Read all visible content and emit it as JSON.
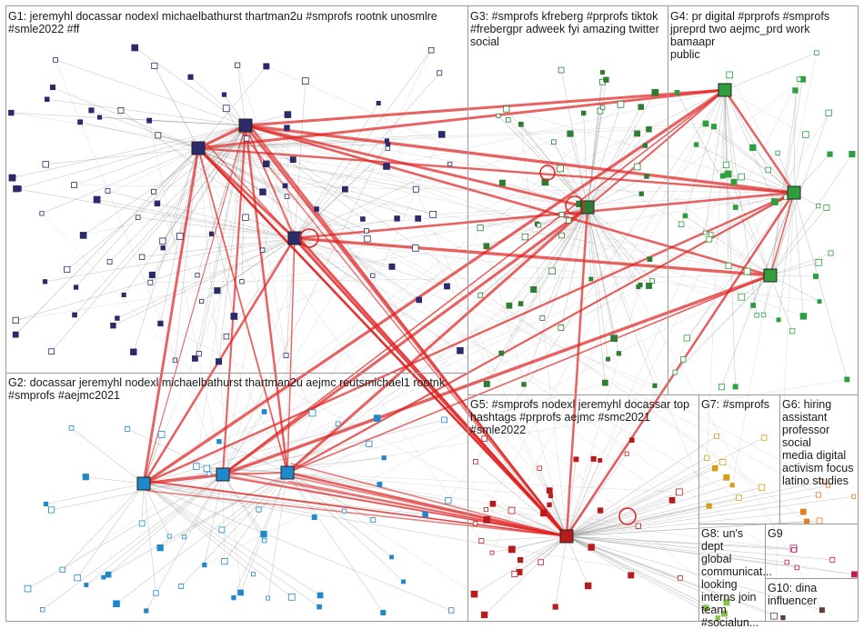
{
  "groups": [
    {
      "id": "G1",
      "label": "G1: jeremyhl docassar nodexl michaelbathurst thartman2u #smprofs rootnk unosmlre\n#smle2022 #ff",
      "color": "#2b2b6b"
    },
    {
      "id": "G2",
      "label": "G2: docassar jeremyhl nodexl michaelbathurst thartman2u aejmc reutsmichael1 rootnk\n#smprofs #aejmc2021",
      "color": "#1e88c8"
    },
    {
      "id": "G3",
      "label": "G3: #smprofs kfreberg #prprofs tiktok\n#frebergpr adweek fyi amazing twitter\nsocial",
      "color": "#2e7d32"
    },
    {
      "id": "G4",
      "label": "G4: pr digital #prprofs #smprofs\njpreprd two aejmc_prd work bamaapr\npublic",
      "color": "#2e9e3e"
    },
    {
      "id": "G5",
      "label": "G5: #smprofs nodexl jeremyhl docassar top\nhashtags #prprofs aejmc #smc2021 #smle2022",
      "color": "#b71c1c"
    },
    {
      "id": "G7",
      "label": "G7: #smprofs",
      "color": "#d4a017"
    },
    {
      "id": "G6",
      "label": "G6: hiring\nassistant\nprofessor social\nmedia digital\nactivism focus\nlatino studies",
      "color": "#e67e22"
    },
    {
      "id": "G8",
      "label": "G8: un's dept\nglobal\ncommunicat...\nlooking\ninterns join\nteam\n#socialun...",
      "color": "#8bc34a"
    },
    {
      "id": "G9",
      "label": "G9",
      "color": "#c2185b"
    },
    {
      "id": "G10",
      "label": "G10: dina\ninfluencer",
      "color": "#5d4037"
    }
  ],
  "hubs": [
    {
      "name": "jeremyhl",
      "group": "G1"
    },
    {
      "name": "thartman2u",
      "group": "G1"
    },
    {
      "name": "docassar",
      "group": "G1"
    },
    {
      "name": "nodexl",
      "group": "G2"
    },
    {
      "name": "michaelbathurst",
      "group": "G2"
    },
    {
      "name": "aejmc",
      "group": "G2"
    },
    {
      "name": "kfreberg",
      "group": "G3"
    },
    {
      "name": "aejmc_prd",
      "group": "G4"
    },
    {
      "name": "jpreprd",
      "group": "G4"
    },
    {
      "name": "bamaapr",
      "group": "G4"
    },
    {
      "name": "smprofs",
      "group": "G5"
    }
  ],
  "colors": {
    "edge": "#8a8a8a",
    "hub_edge": "#e02020",
    "border": "#9a9a9a"
  }
}
